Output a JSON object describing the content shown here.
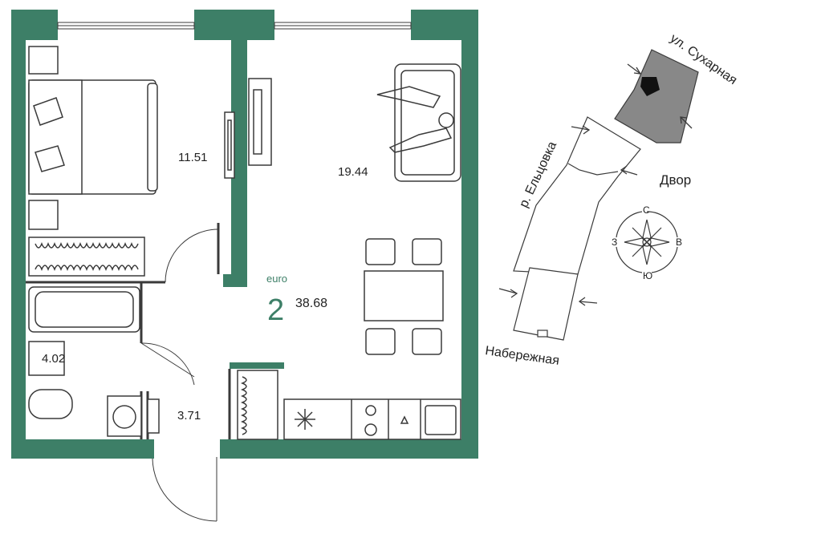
{
  "plan": {
    "wall_color": "#3d7f67",
    "line_color": "#3a3a3a",
    "rooms": {
      "bedroom_area": "11.51",
      "living_area": "19.44",
      "bathroom_area": "4.02",
      "hall_area": "3.71"
    },
    "apartment": {
      "type_label": "euro",
      "rooms_count": "2",
      "total_area": "38.68"
    }
  },
  "site_map": {
    "street_top": "ул. Сухарная",
    "river": "р. Ельцовка",
    "courtyard": "Двор",
    "embankment": "Набережная",
    "highlight_color": "#888888"
  },
  "compass": {
    "north": "С",
    "south": "Ю",
    "west": "З",
    "east": "В"
  }
}
